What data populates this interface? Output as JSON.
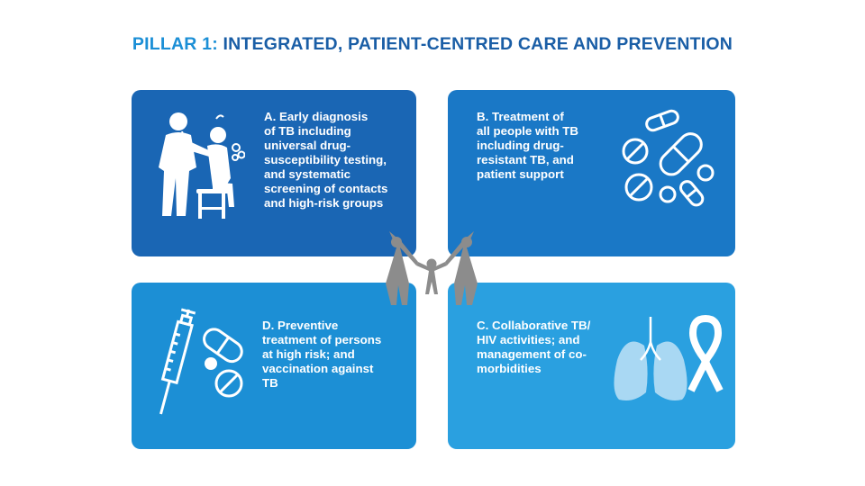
{
  "title": {
    "prefix": "PILLAR 1",
    "colon": ":",
    "rest": " INTEGRATED, PATIENT-CENTRED CARE AND PREVENTION"
  },
  "cards": {
    "a": {
      "lines": [
        "A. Early diagnosis",
        "of TB including",
        "universal drug-",
        "susceptibility testing,",
        "and systematic",
        "screening of contacts",
        "and high-risk groups"
      ],
      "icon": "doctor-patient-icon"
    },
    "b": {
      "lines": [
        "B. Treatment of",
        "all people with TB",
        "including drug-",
        "resistant TB, and",
        "patient support"
      ],
      "icon": "pills-icon"
    },
    "c": {
      "lines": [
        "C. Collaborative TB/",
        "HIV activities; and",
        "management of co-",
        "morbidities"
      ],
      "icon": "lungs-ribbon-icon"
    },
    "d": {
      "lines": [
        "D. Preventive",
        "treatment of persons",
        "at high risk; and",
        "vaccination against",
        "TB"
      ],
      "icon": "syringe-pills-icon"
    }
  },
  "center_icon": "family-icon",
  "colors": {
    "title": "#1a5ea6",
    "title_accent": "#1b8fd6",
    "card_a": "#1a66b4",
    "card_b": "#1a78c6",
    "card_c": "#2aa0e0",
    "card_d": "#1c8fd5",
    "family": "#8c8c8c",
    "lungs": "#a9d8f3"
  }
}
